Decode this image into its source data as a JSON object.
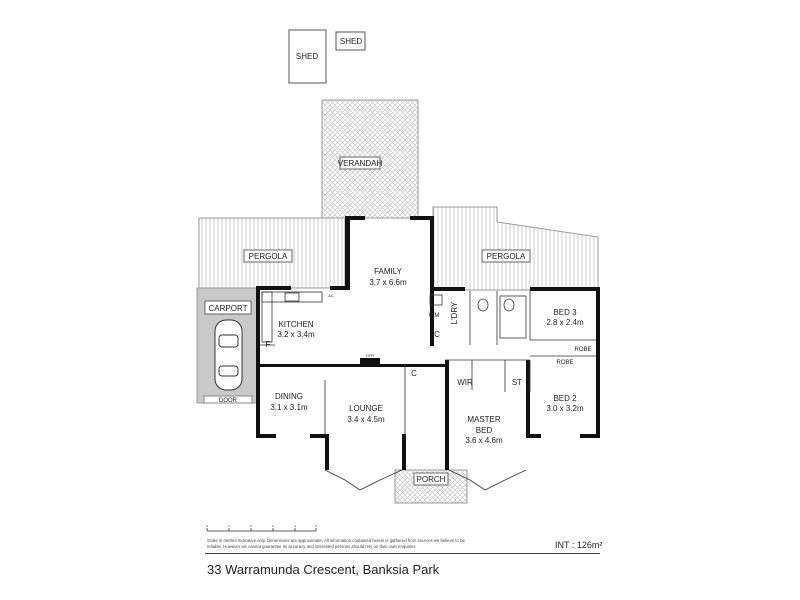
{
  "outbuildings": {
    "shed_large": "SHED",
    "shed_small": "SHED"
  },
  "outdoor": {
    "verandah": "VERANDAH",
    "pergola_left": "PERGOLA",
    "pergola_right": "PERGOLA",
    "carport": "CARPORT",
    "carport_door": "DOOR",
    "porch": "PORCH"
  },
  "rooms": {
    "family": {
      "name": "FAMILY",
      "size": "3.7 x 6.6m"
    },
    "kitchen": {
      "name": "KITCHEN",
      "size": "3.2 x 3.4m"
    },
    "dining": {
      "name": "DINING",
      "size": "3.1 x 3.1m"
    },
    "lounge": {
      "name": "LOUNGE",
      "size": "3.4 x 4.5m"
    },
    "master": {
      "name1": "MASTER",
      "name2": "BED",
      "size": "3.6 x 4.6m"
    },
    "bed3": {
      "name": "BED 3",
      "size": "2.8 x 2.4m"
    },
    "bed2": {
      "name": "BED 2",
      "size": "3.0 x 3.2m"
    }
  },
  "fixtures": {
    "wir": "WIR",
    "st": "ST",
    "cupboard1": "C",
    "cupboard2": "C",
    "wm": "WM",
    "laundry": "L'DRY",
    "fridge": "F",
    "robe1": "ROBE",
    "robe2": "ROBE",
    "ac": "AC",
    "heater": "HTR"
  },
  "footer": {
    "disclaimer": "Scale in metres.Indicative only. Dimensions are approximate. All information contained herein is gathered from sources we believe to be reliable. However we cannot guarantee its accuracy and interested persons should rely on their own enquiries",
    "area": "INT   : 126m²",
    "address": "33 Warramunda Crescent, Banksia Park",
    "scale_ticks": [
      "0",
      "1",
      "2",
      "3",
      "4",
      "5"
    ]
  }
}
